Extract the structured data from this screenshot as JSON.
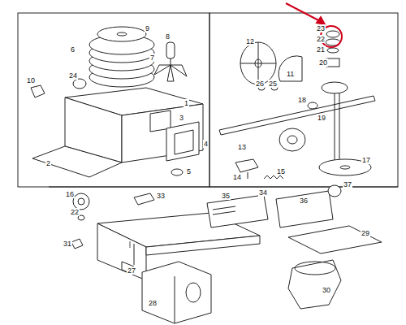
{
  "diagram": {
    "labels": [
      "9",
      "6",
      "8",
      "7",
      "10",
      "24",
      "1",
      "3",
      "4",
      "2",
      "5",
      "12",
      "23",
      "22",
      "21",
      "20",
      "26",
      "25",
      "11",
      "18",
      "19",
      "13",
      "14",
      "15",
      "17",
      "16",
      "33",
      "22",
      "31",
      "27",
      "35",
      "34",
      "36",
      "37",
      "29",
      "28",
      "30"
    ]
  }
}
